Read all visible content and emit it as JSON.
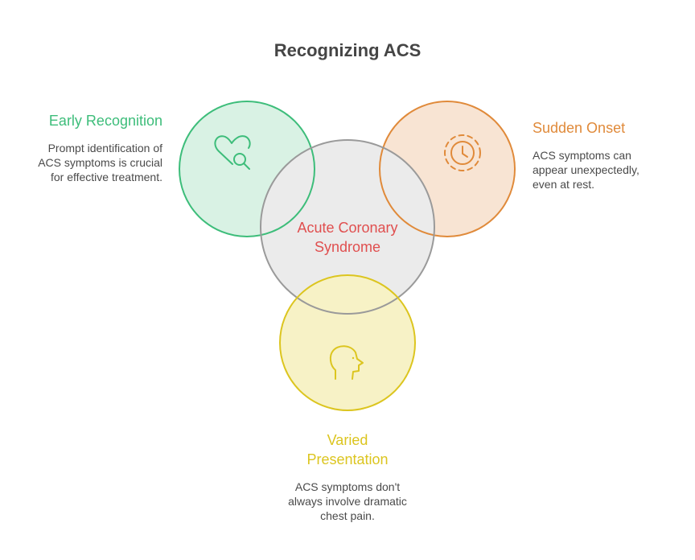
{
  "title": "Recognizing ACS",
  "center": {
    "line1": "Acute Coronary",
    "line2": "Syndrome"
  },
  "nodes": [
    {
      "heading": "Early Recognition",
      "description": "Prompt identification of ACS symptoms is crucial for effective treatment.",
      "icon": "heart-search-icon"
    },
    {
      "heading": "Sudden Onset",
      "description": "ACS symptoms can appear unexpectedly, even at rest.",
      "icon": "clock-alert-icon"
    },
    {
      "heading": "Varied Presentation",
      "description": "ACS symptoms don't always involve dramatic chest pain.",
      "icon": "person-head-icon"
    }
  ],
  "colors": {
    "early_recognition": "#3dbd7a",
    "sudden_onset": "#e08a3a",
    "varied_presentation": "#dcc51f",
    "center": "#e04f4f",
    "center_circle": "#9a9a9a"
  }
}
